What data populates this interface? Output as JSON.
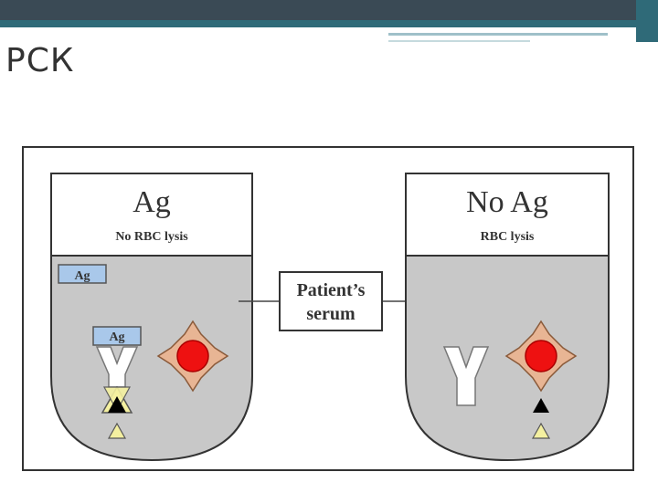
{
  "slide": {
    "title": "РСК"
  },
  "left_tube": {
    "heading": "Ag",
    "caption": "No RBC lysis",
    "antigen_label": "Ag",
    "bound_label": "Ag"
  },
  "right_tube": {
    "heading": "No Ag",
    "caption": "RBC lysis"
  },
  "center_box": {
    "line1": "Patient’s",
    "line2": "serum"
  },
  "colors": {
    "tube_fill": "#c8c8c8",
    "antigen_box": "#a9c8ea",
    "rbc": "#ee1111",
    "complement": "#e8b594",
    "triangle_light": "#f4f0a0",
    "triangle_dark": "#000000"
  }
}
